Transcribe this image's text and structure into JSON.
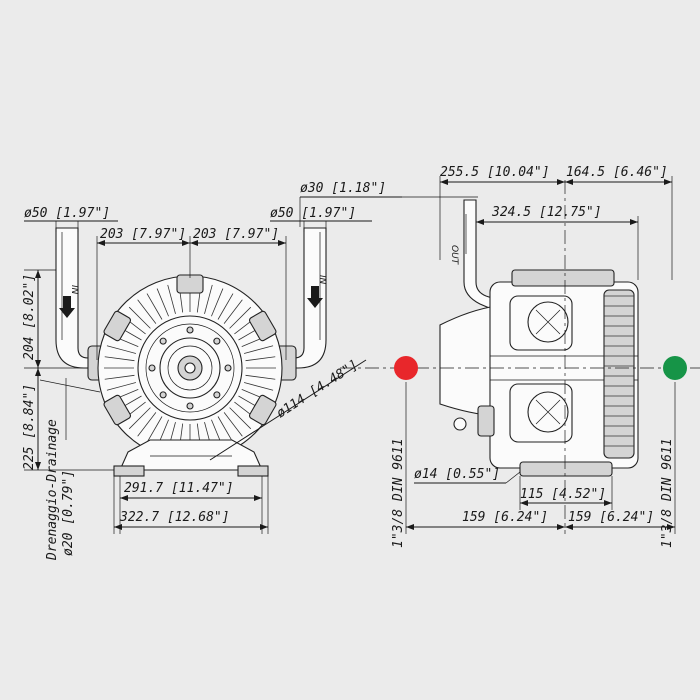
{
  "front_view": {
    "dim_left_inlet_diameter": "ø50 [1.97\"]",
    "dim_outlet_diameter": "ø30 [1.18\"]",
    "dim_right_inlet_diameter": "ø50 [1.97\"]",
    "dim_half_width_left": "203 [7.97\"]",
    "dim_half_width_right": "203 [7.97\"]",
    "dim_inlet_height": "204 [8.02\"]",
    "dim_shaft_height": "225 [8.84\"]",
    "dim_drain_diameter": "ø20 [0.79\"]",
    "drain_label": "Drenaggio-Drainage",
    "dim_bolt_circle": "ø114 [4.48\"]",
    "dim_foot_spacing": "291.7 [11.47\"]",
    "dim_base_width": "322.7 [12.68\"]",
    "label_in_left": "IN",
    "label_in_right": "IN"
  },
  "side_view": {
    "dim_outlet_offset": "255.5 [10.04\"]",
    "dim_rear_offset": "164.5 [6.46\"]",
    "dim_body_length": "324.5 [12.75\"]",
    "label_out": "OUT",
    "dim_hole_diameter": "ø14 [0.55\"]",
    "dim_hole_spacing": "115 [4.52\"]",
    "dim_shaft_left": "159 [6.24\"]",
    "dim_shaft_right": "159 [6.24\"]",
    "shaft_spec_left": "1\"3/8 DIN 9611",
    "shaft_spec_right": "1\"3/8 DIN 9611"
  },
  "colors": {
    "background": "#ebebeb",
    "marker_left": "#e8272b",
    "marker_right": "#169447"
  }
}
